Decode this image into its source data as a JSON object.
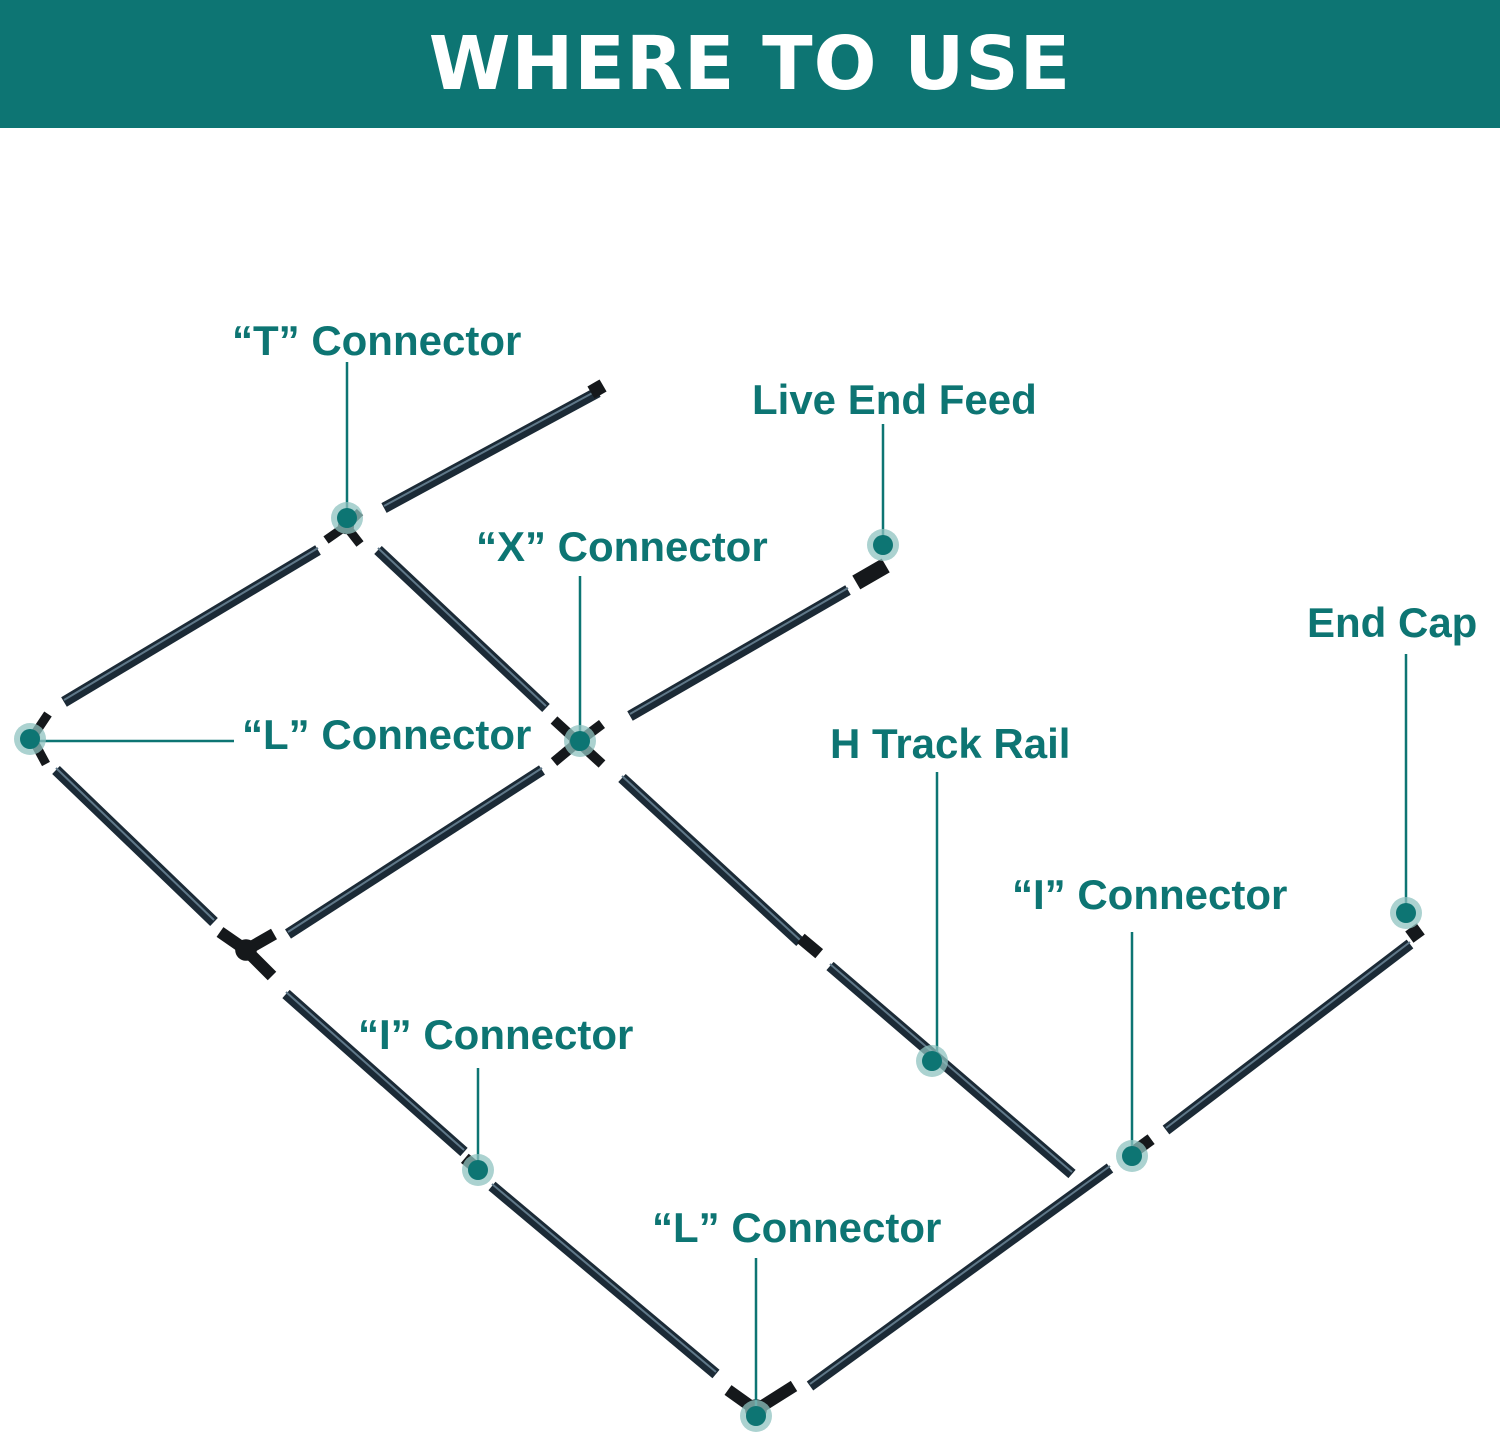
{
  "header": {
    "title": "WHERE TO USE"
  },
  "colors": {
    "brand": "#0d7573",
    "rail": "#1b2a36",
    "rail_highlight": "#5f7889",
    "connector": "#15181b",
    "marker_halo": "#8fc3c0",
    "background": "#ffffff"
  },
  "labels": {
    "t_connector": "“T” Connector",
    "live_end_feed": "Live End Feed",
    "x_connector": "“X” Connector",
    "end_cap": "End Cap",
    "l_connector_left": "“L” Connector",
    "h_track_rail": "H Track Rail",
    "i_connector_right": "“I” Connector",
    "i_connector_left": "“I” Connector",
    "l_connector_bottom": "“L” Connector"
  }
}
